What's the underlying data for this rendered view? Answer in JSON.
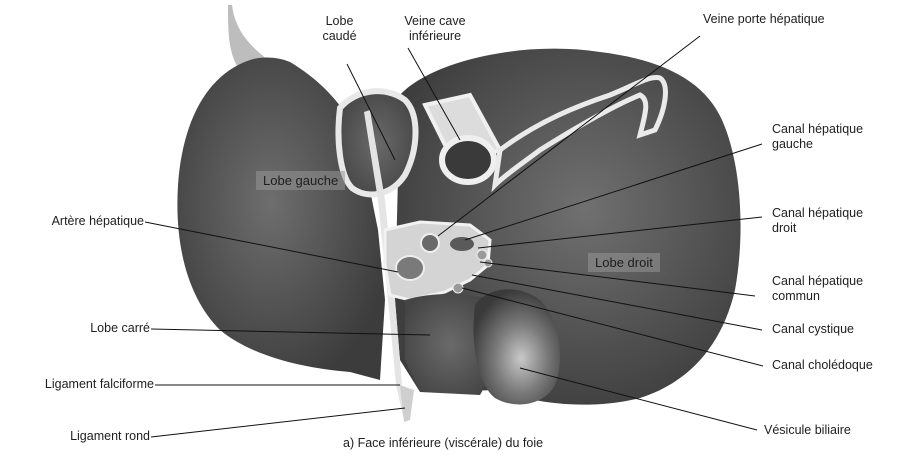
{
  "diagram": {
    "caption": "a) Face inférieure (viscérale) du foie",
    "regions": {
      "lobe_gauche": "Lobe gauche",
      "lobe_droit": "Lobe droit"
    },
    "labels": {
      "lobe_caude_1": "Lobe",
      "lobe_caude_2": "caudé",
      "veine_cave_1": "Veine cave",
      "veine_cave_2": "inférieure",
      "veine_porte": "Veine porte hépatique",
      "canal_hep_gauche_1": "Canal hépatique",
      "canal_hep_gauche_2": "gauche",
      "canal_hep_droit_1": "Canal hépatique",
      "canal_hep_droit_2": "droit",
      "canal_hep_commun_1": "Canal hépatique",
      "canal_hep_commun_2": "commun",
      "canal_cystique": "Canal cystique",
      "canal_choledoque": "Canal cholédoque",
      "vesicule_biliaire": "Vésicule biliaire",
      "artere_hepatique": "Artère hépatique",
      "lobe_carre": "Lobe carré",
      "ligament_falciforme": "Ligament falciforme",
      "ligament_rond": "Ligament rond"
    }
  }
}
